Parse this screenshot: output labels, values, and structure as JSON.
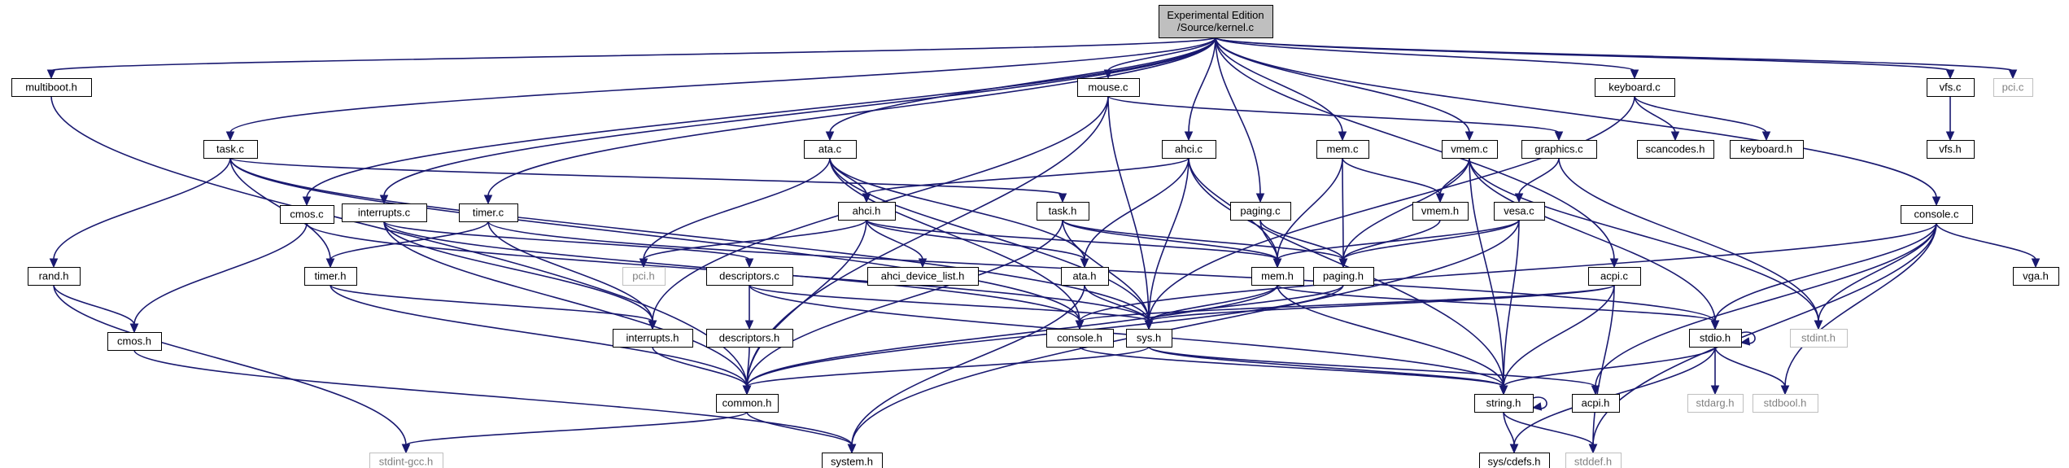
{
  "colors": {
    "background": "#ffffff",
    "edge": "#191970",
    "root_fill": "#bfbfbf",
    "node_fill": "#ffffff",
    "node_stroke": "#000000",
    "external_stroke": "#bfbfbf",
    "external_text": "#808080",
    "text": "#000000"
  },
  "nodes": [
    {
      "id": "kernel",
      "lines": [
        "Experimental Edition",
        "/Source/kernel.c"
      ],
      "kind": "root"
    },
    {
      "id": "multiboot",
      "lines": [
        "multiboot.h"
      ],
      "kind": "local"
    },
    {
      "id": "task_c",
      "lines": [
        "task.c"
      ],
      "kind": "local"
    },
    {
      "id": "cmos_c",
      "lines": [
        "cmos.c"
      ],
      "kind": "local"
    },
    {
      "id": "mouse_c",
      "lines": [
        "mouse.c"
      ],
      "kind": "local"
    },
    {
      "id": "interrupts_c",
      "lines": [
        "interrupts.c"
      ],
      "kind": "local"
    },
    {
      "id": "timer_c",
      "lines": [
        "timer.c"
      ],
      "kind": "local"
    },
    {
      "id": "ata_c",
      "lines": [
        "ata.c"
      ],
      "kind": "local"
    },
    {
      "id": "ahci_c",
      "lines": [
        "ahci.c"
      ],
      "kind": "local"
    },
    {
      "id": "paging_c",
      "lines": [
        "paging.c"
      ],
      "kind": "local"
    },
    {
      "id": "mem_c",
      "lines": [
        "mem.c"
      ],
      "kind": "local"
    },
    {
      "id": "vmem_c",
      "lines": [
        "vmem.c"
      ],
      "kind": "local"
    },
    {
      "id": "graphics_c",
      "lines": [
        "graphics.c"
      ],
      "kind": "local"
    },
    {
      "id": "keyboard_c",
      "lines": [
        "keyboard.c"
      ],
      "kind": "local"
    },
    {
      "id": "scancodes_h",
      "lines": [
        "scancodes.h"
      ],
      "kind": "local"
    },
    {
      "id": "keyboard_h",
      "lines": [
        "keyboard.h"
      ],
      "kind": "local"
    },
    {
      "id": "vfs_c",
      "lines": [
        "vfs.c"
      ],
      "kind": "local"
    },
    {
      "id": "pci_c",
      "lines": [
        "pci.c"
      ],
      "kind": "external"
    },
    {
      "id": "vfs_h",
      "lines": [
        "vfs.h"
      ],
      "kind": "local"
    },
    {
      "id": "console_c",
      "lines": [
        "console.c"
      ],
      "kind": "local"
    },
    {
      "id": "vga_h",
      "lines": [
        "vga.h"
      ],
      "kind": "local"
    },
    {
      "id": "rand_h",
      "lines": [
        "rand.h"
      ],
      "kind": "local"
    },
    {
      "id": "timer_h",
      "lines": [
        "timer.h"
      ],
      "kind": "local"
    },
    {
      "id": "cmos_h",
      "lines": [
        "cmos.h"
      ],
      "kind": "local"
    },
    {
      "id": "task_h",
      "lines": [
        "task.h"
      ],
      "kind": "local"
    },
    {
      "id": "ahci_h",
      "lines": [
        "ahci.h"
      ],
      "kind": "local"
    },
    {
      "id": "pci_h",
      "lines": [
        "pci.h"
      ],
      "kind": "external"
    },
    {
      "id": "ahci_device_list_h",
      "lines": [
        "ahci_device_list.h"
      ],
      "kind": "local"
    },
    {
      "id": "descriptors_c",
      "lines": [
        "descriptors.c"
      ],
      "kind": "local"
    },
    {
      "id": "descriptors_h",
      "lines": [
        "descriptors.h"
      ],
      "kind": "local"
    },
    {
      "id": "ata_h",
      "lines": [
        "ata.h"
      ],
      "kind": "local"
    },
    {
      "id": "vmem_h",
      "lines": [
        "vmem.h"
      ],
      "kind": "local"
    },
    {
      "id": "mem_h",
      "lines": [
        "mem.h"
      ],
      "kind": "local"
    },
    {
      "id": "paging_h",
      "lines": [
        "paging.h"
      ],
      "kind": "local"
    },
    {
      "id": "vesa_c",
      "lines": [
        "vesa.c"
      ],
      "kind": "local"
    },
    {
      "id": "acpi_c",
      "lines": [
        "acpi.c"
      ],
      "kind": "local"
    },
    {
      "id": "interrupts_h",
      "lines": [
        "interrupts.h"
      ],
      "kind": "local"
    },
    {
      "id": "console_h",
      "lines": [
        "console.h"
      ],
      "kind": "local"
    },
    {
      "id": "sys_h",
      "lines": [
        "sys.h"
      ],
      "kind": "local"
    },
    {
      "id": "stdio_h",
      "lines": [
        "stdio.h"
      ],
      "kind": "local"
    },
    {
      "id": "stdint_h",
      "lines": [
        "stdint.h"
      ],
      "kind": "external"
    },
    {
      "id": "common_h",
      "lines": [
        "common.h"
      ],
      "kind": "local"
    },
    {
      "id": "string_h",
      "lines": [
        "string.h"
      ],
      "kind": "local"
    },
    {
      "id": "acpi_h",
      "lines": [
        "acpi.h"
      ],
      "kind": "local"
    },
    {
      "id": "stdarg_h",
      "lines": [
        "stdarg.h"
      ],
      "kind": "external"
    },
    {
      "id": "stdbool_h",
      "lines": [
        "stdbool.h"
      ],
      "kind": "external"
    },
    {
      "id": "stdint_gcc_h",
      "lines": [
        "stdint-gcc.h"
      ],
      "kind": "external"
    },
    {
      "id": "system_h",
      "lines": [
        "system.h"
      ],
      "kind": "local"
    },
    {
      "id": "sys_cdefs_h",
      "lines": [
        "sys/cdefs.h"
      ],
      "kind": "local"
    },
    {
      "id": "stddef_h",
      "lines": [
        "stddef.h"
      ],
      "kind": "external"
    }
  ],
  "edges": [
    [
      "kernel",
      "multiboot"
    ],
    [
      "kernel",
      "task_c"
    ],
    [
      "kernel",
      "cmos_c"
    ],
    [
      "kernel",
      "mouse_c"
    ],
    [
      "kernel",
      "interrupts_c"
    ],
    [
      "kernel",
      "timer_c"
    ],
    [
      "kernel",
      "ata_c"
    ],
    [
      "kernel",
      "ahci_c"
    ],
    [
      "kernel",
      "paging_c"
    ],
    [
      "kernel",
      "mem_c"
    ],
    [
      "kernel",
      "vmem_c"
    ],
    [
      "kernel",
      "keyboard_c"
    ],
    [
      "kernel",
      "vfs_c"
    ],
    [
      "kernel",
      "pci_c"
    ],
    [
      "kernel",
      "console_c"
    ],
    [
      "kernel",
      "acpi_c"
    ],
    [
      "multiboot",
      "common_h"
    ],
    [
      "task_c",
      "rand_h"
    ],
    [
      "task_c",
      "timer_h"
    ],
    [
      "task_c",
      "task_h"
    ],
    [
      "task_c",
      "sys_h"
    ],
    [
      "task_c",
      "console_h"
    ],
    [
      "cmos_c",
      "cmos_h"
    ],
    [
      "cmos_c",
      "sys_h"
    ],
    [
      "mouse_c",
      "graphics_c"
    ],
    [
      "mouse_c",
      "interrupts_h"
    ],
    [
      "mouse_c",
      "sys_h"
    ],
    [
      "mouse_c",
      "common_h"
    ],
    [
      "interrupts_c",
      "descriptors_c"
    ],
    [
      "interrupts_c",
      "interrupts_h"
    ],
    [
      "interrupts_c",
      "console_h"
    ],
    [
      "interrupts_c",
      "common_h"
    ],
    [
      "timer_c",
      "timer_h"
    ],
    [
      "timer_c",
      "interrupts_h"
    ],
    [
      "timer_c",
      "stdio_h"
    ],
    [
      "ata_c",
      "ahci_h"
    ],
    [
      "ata_c",
      "pci_h"
    ],
    [
      "ata_c",
      "ata_h"
    ],
    [
      "ata_c",
      "console_h"
    ],
    [
      "ata_c",
      "sys_h"
    ],
    [
      "ahci_c",
      "ahci_h"
    ],
    [
      "ahci_c",
      "ata_h"
    ],
    [
      "ahci_c",
      "mem_h"
    ],
    [
      "ahci_c",
      "sys_h"
    ],
    [
      "ahci_c",
      "string_h"
    ],
    [
      "paging_c",
      "paging_h"
    ],
    [
      "paging_c",
      "mem_h"
    ],
    [
      "mem_c",
      "vmem_h"
    ],
    [
      "mem_c",
      "mem_h"
    ],
    [
      "mem_c",
      "paging_h"
    ],
    [
      "vmem_c",
      "vmem_h"
    ],
    [
      "vmem_c",
      "paging_h"
    ],
    [
      "vmem_c",
      "stdio_h"
    ],
    [
      "vmem_c",
      "stdint_h"
    ],
    [
      "vmem_c",
      "string_h"
    ],
    [
      "graphics_c",
      "vesa_c"
    ],
    [
      "graphics_c",
      "stdint_h"
    ],
    [
      "keyboard_c",
      "scancodes_h"
    ],
    [
      "keyboard_c",
      "keyboard_h"
    ],
    [
      "keyboard_c",
      "sys_h"
    ],
    [
      "vfs_c",
      "vfs_h"
    ],
    [
      "console_c",
      "vga_h"
    ],
    [
      "console_c",
      "stdio_h"
    ],
    [
      "console_c",
      "stdint_h"
    ],
    [
      "console_c",
      "stdbool_h"
    ],
    [
      "console_c",
      "stddef_h"
    ],
    [
      "console_c",
      "console_h"
    ],
    [
      "console_c",
      "acpi_h"
    ],
    [
      "rand_h",
      "cmos_h"
    ],
    [
      "rand_h",
      "stdint_gcc_h"
    ],
    [
      "timer_h",
      "interrupts_h"
    ],
    [
      "timer_h",
      "common_h"
    ],
    [
      "cmos_h",
      "system_h"
    ],
    [
      "task_h",
      "paging_h"
    ],
    [
      "task_h",
      "mem_h"
    ],
    [
      "task_h",
      "sys_h"
    ],
    [
      "task_h",
      "common_h"
    ],
    [
      "ahci_h",
      "pci_h"
    ],
    [
      "ahci_h",
      "ahci_device_list_h"
    ],
    [
      "ahci_h",
      "ata_h"
    ],
    [
      "ahci_h",
      "mem_h"
    ],
    [
      "ahci_h",
      "common_h"
    ],
    [
      "descriptors_c",
      "descriptors_h"
    ],
    [
      "descriptors_c",
      "sys_h"
    ],
    [
      "descriptors_c",
      "string_h"
    ],
    [
      "descriptors_h",
      "common_h"
    ],
    [
      "ata_h",
      "sys_h"
    ],
    [
      "ata_h",
      "system_h"
    ],
    [
      "vmem_h",
      "paging_h"
    ],
    [
      "mem_h",
      "sys_h"
    ],
    [
      "mem_h",
      "stdio_h"
    ],
    [
      "mem_h",
      "string_h"
    ],
    [
      "mem_h",
      "common_h"
    ],
    [
      "paging_h",
      "sys_h"
    ],
    [
      "paging_h",
      "common_h"
    ],
    [
      "vesa_c",
      "paging_h"
    ],
    [
      "vesa_c",
      "mem_h"
    ],
    [
      "vesa_c",
      "string_h"
    ],
    [
      "vesa_c",
      "system_h"
    ],
    [
      "acpi_c",
      "sys_h"
    ],
    [
      "acpi_c",
      "console_h"
    ],
    [
      "acpi_c",
      "string_h"
    ],
    [
      "acpi_c",
      "stddef_h"
    ],
    [
      "interrupts_h",
      "common_h"
    ],
    [
      "console_h",
      "string_h"
    ],
    [
      "sys_h",
      "common_h"
    ],
    [
      "sys_h",
      "string_h"
    ],
    [
      "sys_h",
      "acpi_h"
    ],
    [
      "stdio_h",
      "stdio_h"
    ],
    [
      "stdio_h",
      "string_h"
    ],
    [
      "stdio_h",
      "stdarg_h"
    ],
    [
      "stdio_h",
      "stdbool_h"
    ],
    [
      "stdio_h",
      "sys_cdefs_h"
    ],
    [
      "common_h",
      "system_h"
    ],
    [
      "common_h",
      "stdint_gcc_h"
    ],
    [
      "string_h",
      "string_h"
    ],
    [
      "string_h",
      "sys_cdefs_h"
    ],
    [
      "string_h",
      "stddef_h"
    ]
  ]
}
